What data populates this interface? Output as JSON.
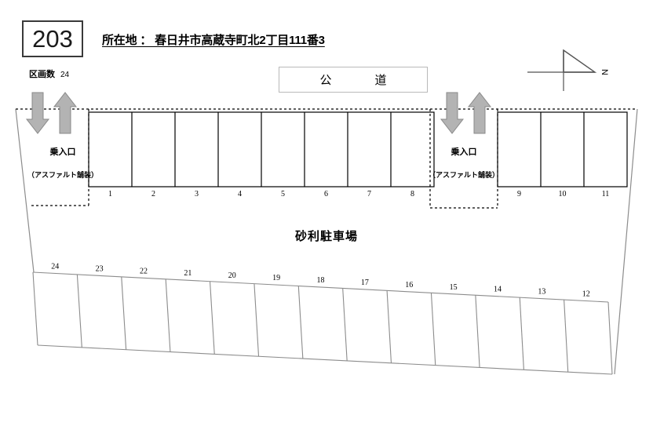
{
  "header": {
    "lot_code": "203",
    "address_label": "所在地 ：",
    "address_value": "春日井市高蔵寺町北2丁目111番3",
    "address_full": "所在地 ：  春日井市高蔵寺町北2丁目111番3",
    "units_label": "区画数",
    "units_count": "24"
  },
  "road": {
    "label": "公　道"
  },
  "compass": {
    "letter": "N"
  },
  "entrances": [
    {
      "id": "left",
      "label": "乗入口",
      "sublabel": "（アスファルト舗装）",
      "arrow_in": "arrow-down",
      "arrow_out": "arrow-up"
    },
    {
      "id": "right",
      "label": "乗入口",
      "sublabel": "（アスファルト舗装）",
      "arrow_in": "arrow-down",
      "arrow_out": "arrow-up"
    }
  ],
  "surface_note": "砂利駐車場",
  "top_row_left": {
    "stalls": [
      "1",
      "2",
      "3",
      "4",
      "5",
      "6",
      "7",
      "8"
    ]
  },
  "top_row_right": {
    "stalls": [
      "9",
      "10",
      "11"
    ]
  },
  "bottom_row": {
    "stalls": [
      "24",
      "23",
      "22",
      "21",
      "20",
      "19",
      "18",
      "17",
      "16",
      "15",
      "14",
      "13",
      "12"
    ]
  },
  "colors": {
    "stall_line": "#000000",
    "site_boundary": "#8c8c8c",
    "arrow_fill": "#b3b3b3",
    "arrow_stroke": "#8a8a8a",
    "dashed_line": "#000000",
    "road_box_border": "#b9b9b9",
    "code_box_border": "#3a3a3a",
    "bottom_row_line": "#8c8c8c"
  }
}
